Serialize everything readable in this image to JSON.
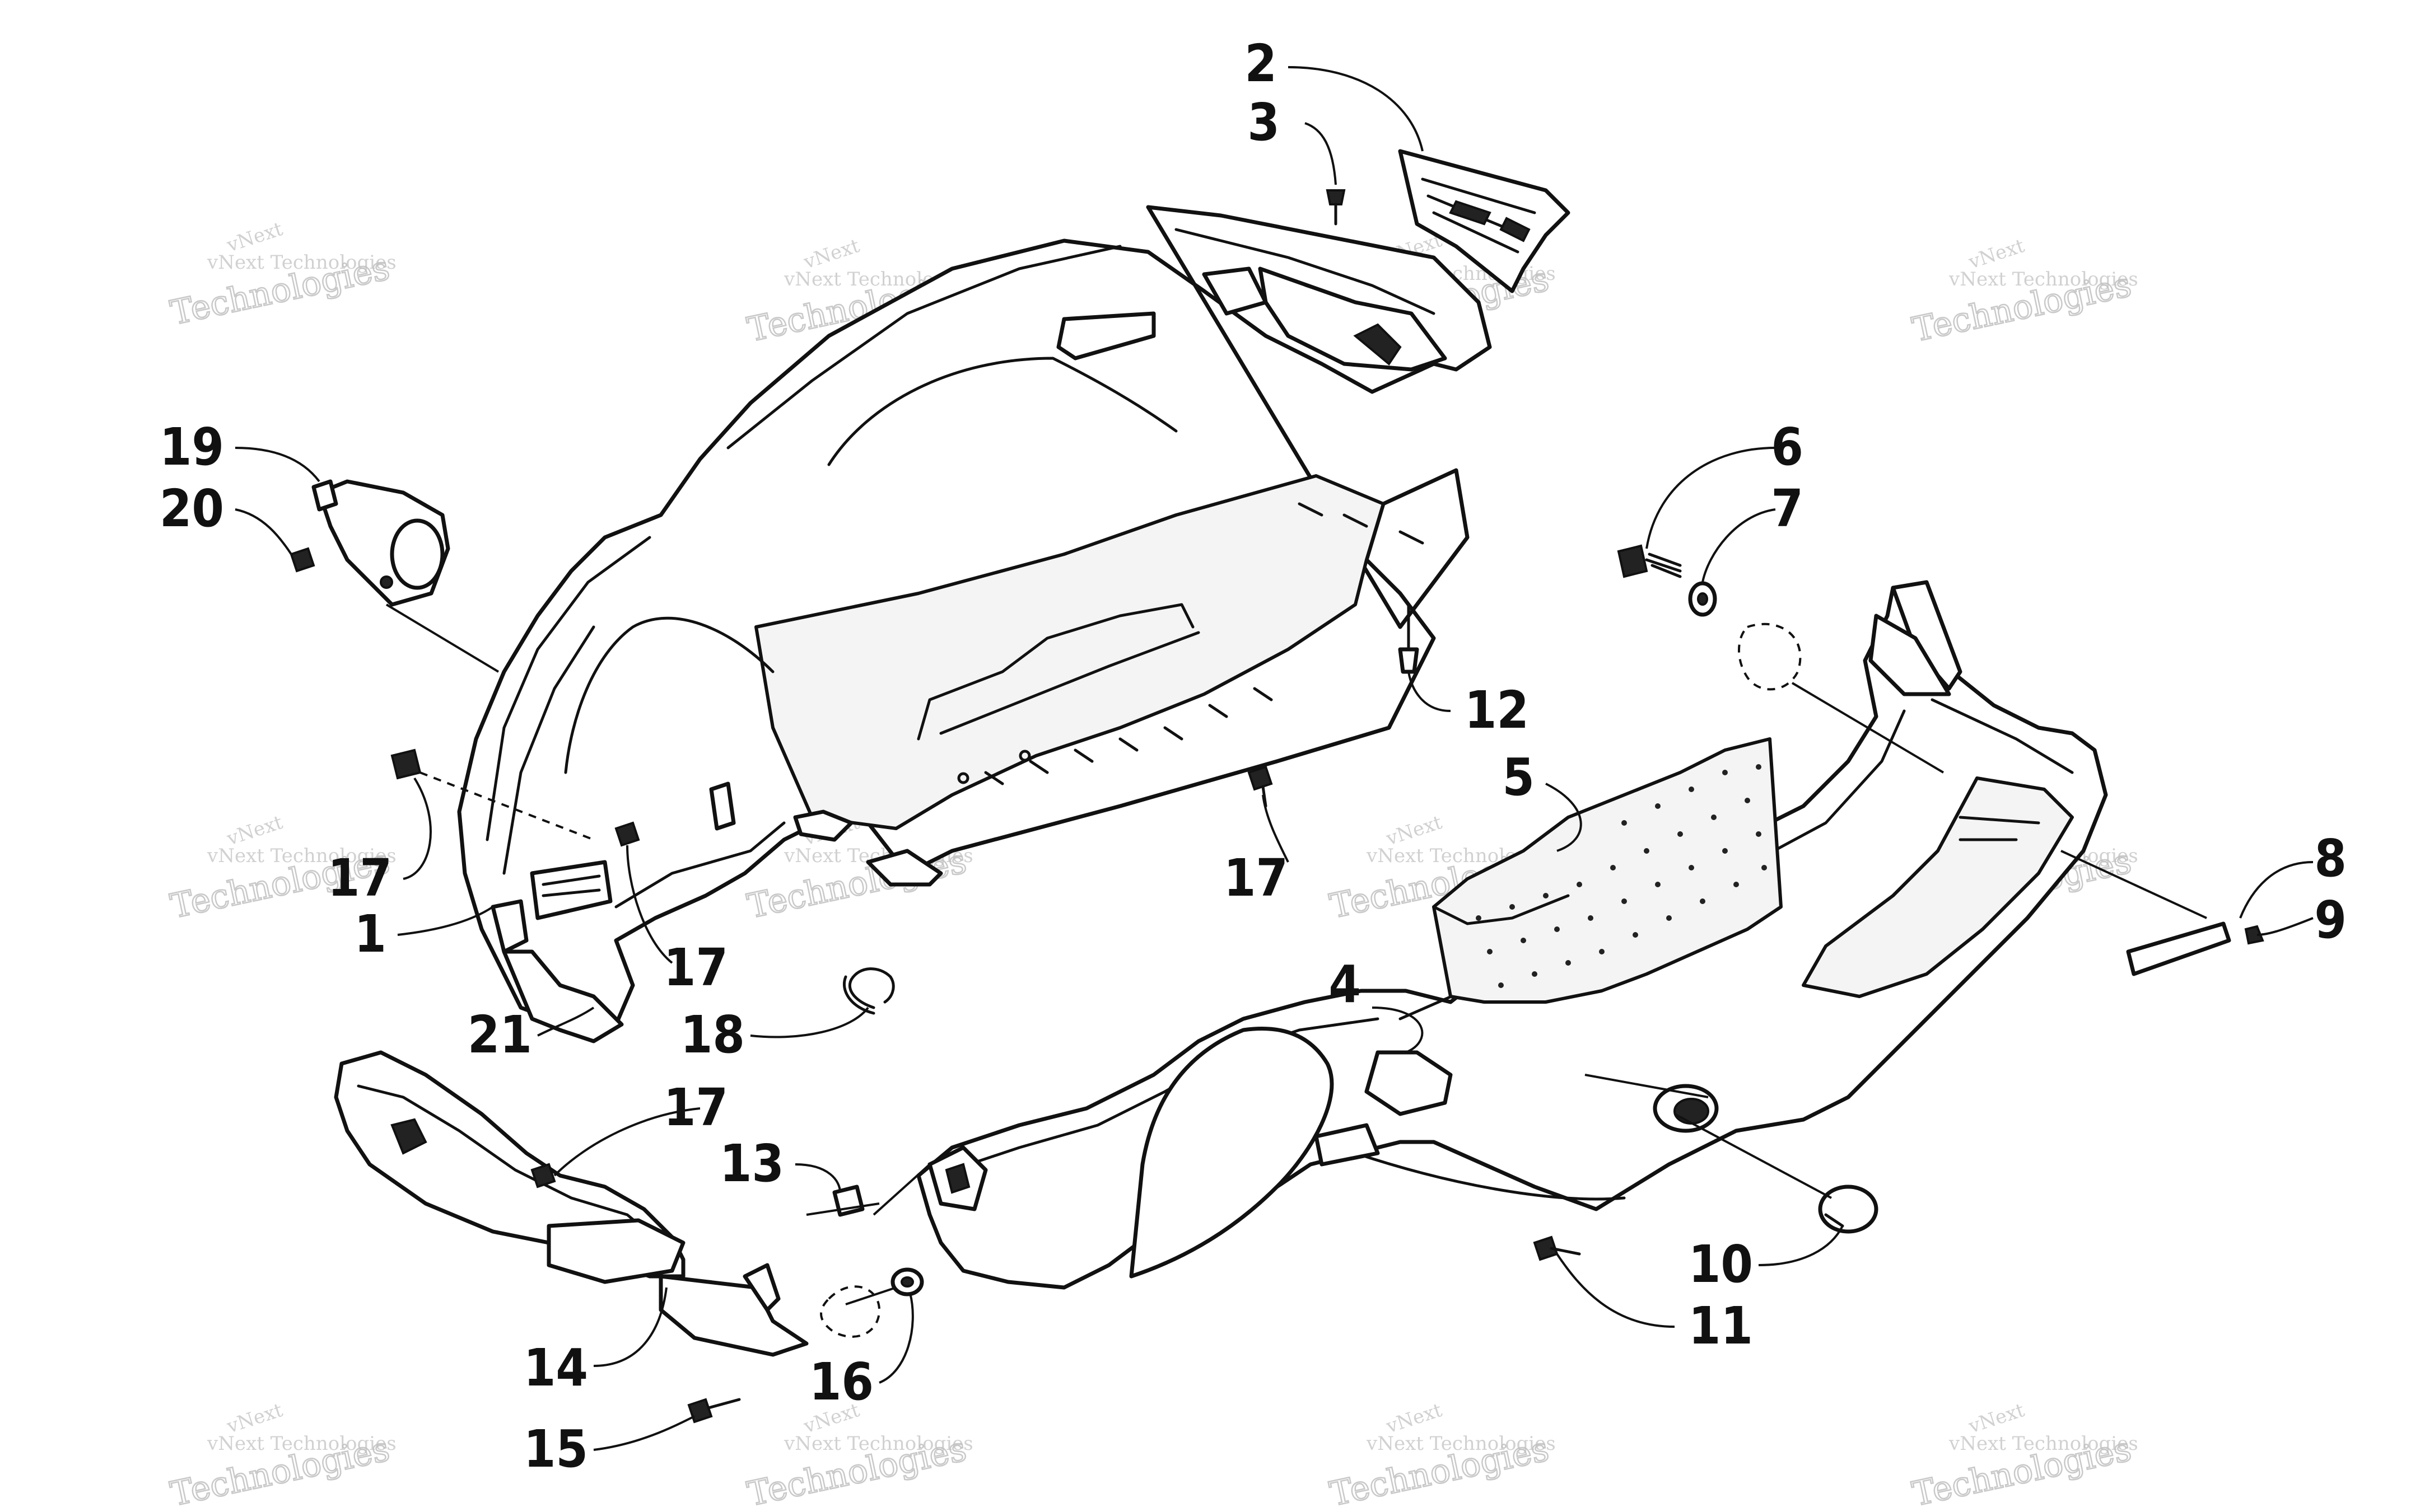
{
  "callouts": {
    "c1": "1",
    "c2": "2",
    "c3": "3",
    "c4": "4",
    "c5": "5",
    "c6": "6",
    "c7": "7",
    "c8": "8",
    "c9": "9",
    "c10": "10",
    "c11": "11",
    "c12": "12",
    "c13": "13",
    "c14": "14",
    "c15": "15",
    "c16": "16",
    "c17a": "17",
    "c17b": "17",
    "c17c": "17",
    "c17d": "17",
    "c18": "18",
    "c19": "19",
    "c20": "20",
    "c21": "21"
  },
  "watermark": {
    "line1": "vNext",
    "line2": "vNext Technologies",
    "line3": "Technologies"
  }
}
